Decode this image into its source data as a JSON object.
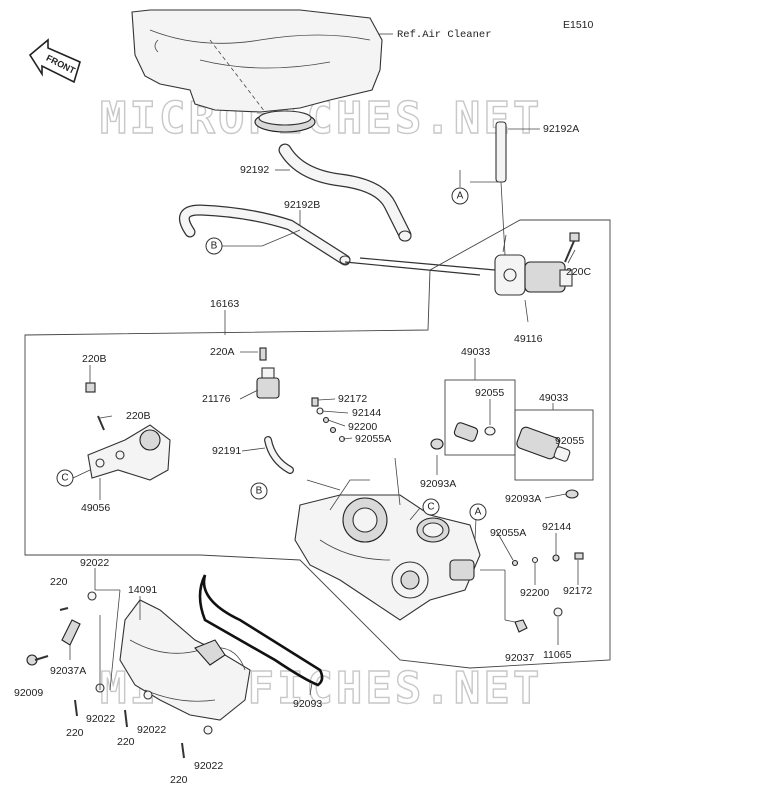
{
  "diagram_code": "E1510",
  "ref_note": "Ref.Air Cleaner",
  "front_label": "FRONT",
  "watermark": "MICROFICHES.NET",
  "callouts": {
    "a": "A",
    "b": "B",
    "c": "C"
  },
  "labels": {
    "p92192A": "92192A",
    "p92192": "92192",
    "p92192B": "92192B",
    "p220C": "220C",
    "p49116": "49116",
    "p16163": "16163",
    "p220A": "220A",
    "p220B_1": "220B",
    "p220B_2": "220B",
    "p21176": "21176",
    "p92172_1": "92172",
    "p92144_1": "92144",
    "p92200_1": "92200",
    "p92055A_1": "92055A",
    "p92191": "92191",
    "p49033_1": "49033",
    "p92055_1": "92055",
    "p49033_2": "49033",
    "p92055_2": "92055",
    "p92093A_1": "92093A",
    "p92093A_2": "92093A",
    "p49056": "49056",
    "p92055A_2": "92055A",
    "p92144_2": "92144",
    "p92200_2": "92200",
    "p92172_2": "92172",
    "p92022_1": "92022",
    "p220_1": "220",
    "p14091": "14091",
    "p92037A": "92037A",
    "p92009": "92009",
    "p92022_2": "92022",
    "p220_2": "220",
    "p220_3": "220",
    "p92022_3": "92022",
    "p92022_4": "92022",
    "p220_4": "220",
    "p92093": "92093",
    "p92037": "92037",
    "p11065": "11065"
  }
}
